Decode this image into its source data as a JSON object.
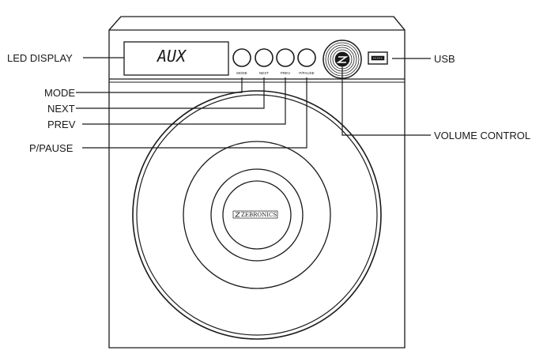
{
  "device": {
    "display_text": "AUX",
    "brand": "ZEBRONICS",
    "button_labels": {
      "mode": "MODE",
      "next": "NEXT",
      "prev": "PREV",
      "pause": "P/PAUSE"
    }
  },
  "callouts": {
    "led_display": "LED DISPLAY",
    "mode": "MODE",
    "next": "NEXT",
    "prev": "PREV",
    "pause": "P/PAUSE",
    "usb": "USB",
    "volume_control": "VOLUME CONTROL"
  }
}
